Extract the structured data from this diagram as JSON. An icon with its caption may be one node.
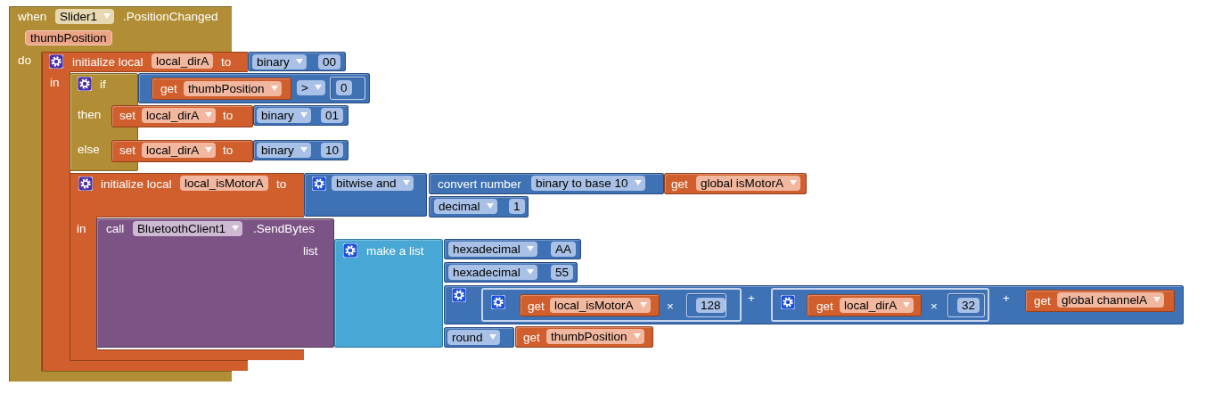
{
  "diagram": {
    "nodes": [
      {
        "text": [
          "when",
          "Slider1",
          ".PositionChanged",
          "thumbPosition",
          "do"
        ]
      },
      {
        "text": [
          "initialize local",
          "local_dirA",
          "to",
          "in"
        ]
      },
      {
        "text": [
          "binary",
          "00"
        ]
      },
      {
        "text": [
          "if",
          "then",
          "else"
        ],
        "in": 1
      },
      {
        "text": [
          ">",
          "0"
        ]
      },
      {
        "text": [
          "get",
          "thumbPosition"
        ],
        "in": 4
      },
      {
        "text": [
          "set",
          "local_dirA",
          "to"
        ]
      },
      {
        "text": [
          "binary",
          "01"
        ]
      },
      {
        "text": [
          "set",
          "local_dirA",
          "to"
        ]
      },
      {
        "text": [
          "binary",
          "10"
        ]
      },
      {
        "text": [
          "initialize local",
          "local_isMotorA",
          "to",
          "in"
        ]
      },
      {
        "text": [
          "bitwise and"
        ]
      },
      {
        "text": [
          "convert number",
          "binary to base 10"
        ]
      },
      {
        "text": [
          "get",
          "global isMotorA"
        ]
      },
      {
        "text": [
          "decimal",
          "1"
        ]
      },
      {
        "text": [
          "call",
          "BluetoothClient1",
          ".SendBytes",
          "list"
        ]
      },
      {
        "text": [
          "make a list"
        ]
      },
      {
        "text": [
          "hexadecimal",
          "AA"
        ]
      },
      {
        "text": [
          "hexadecimal",
          "55"
        ]
      },
      {
        "text": [
          "+",
          "+"
        ]
      },
      {
        "text": [
          "×",
          "128"
        ],
        "in": 19
      },
      {
        "text": [
          "get",
          "local_isMotorA"
        ],
        "in": 20
      },
      {
        "text": [
          "×",
          "32"
        ],
        "in": 19
      },
      {
        "text": [
          "get",
          "local_dirA"
        ],
        "in": 22
      },
      {
        "text": [
          "get",
          "global channelA"
        ],
        "in": 19
      },
      {
        "text": [
          "round"
        ]
      },
      {
        "text": [
          "get",
          "thumbPosition"
        ]
      }
    ]
  }
}
